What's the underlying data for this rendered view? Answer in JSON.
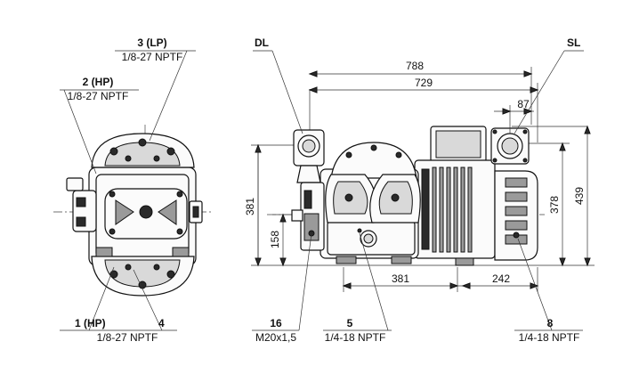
{
  "callouts": {
    "c3": {
      "num": "3 (LP)",
      "spec": "1/8-27 NPTF"
    },
    "c2": {
      "num": "2 (HP)",
      "spec": "1/8-27 NPTF"
    },
    "c1": {
      "num": "1 (HP)"
    },
    "c4": {
      "num": "4",
      "spec": "1/8-27 NPTF"
    },
    "c16": {
      "num": "16",
      "spec": "M20x1,5"
    },
    "c5": {
      "num": "5",
      "spec": "1/4-18 NPTF"
    },
    "c8": {
      "num": "8",
      "spec": "1/4-18 NPTF"
    },
    "dl": "DL",
    "sl": "SL"
  },
  "dimensions": {
    "d788": "788",
    "d729": "729",
    "d87": "87",
    "d381_h": "381",
    "d242": "242",
    "d381_v": "381",
    "d158": "158",
    "d378": "378",
    "d439": "439"
  },
  "colors": {
    "line": "#222222",
    "dark_fill": "#2a2a2a",
    "mid_fill": "#9a9a9a",
    "light_fill": "#d9d9d9"
  }
}
